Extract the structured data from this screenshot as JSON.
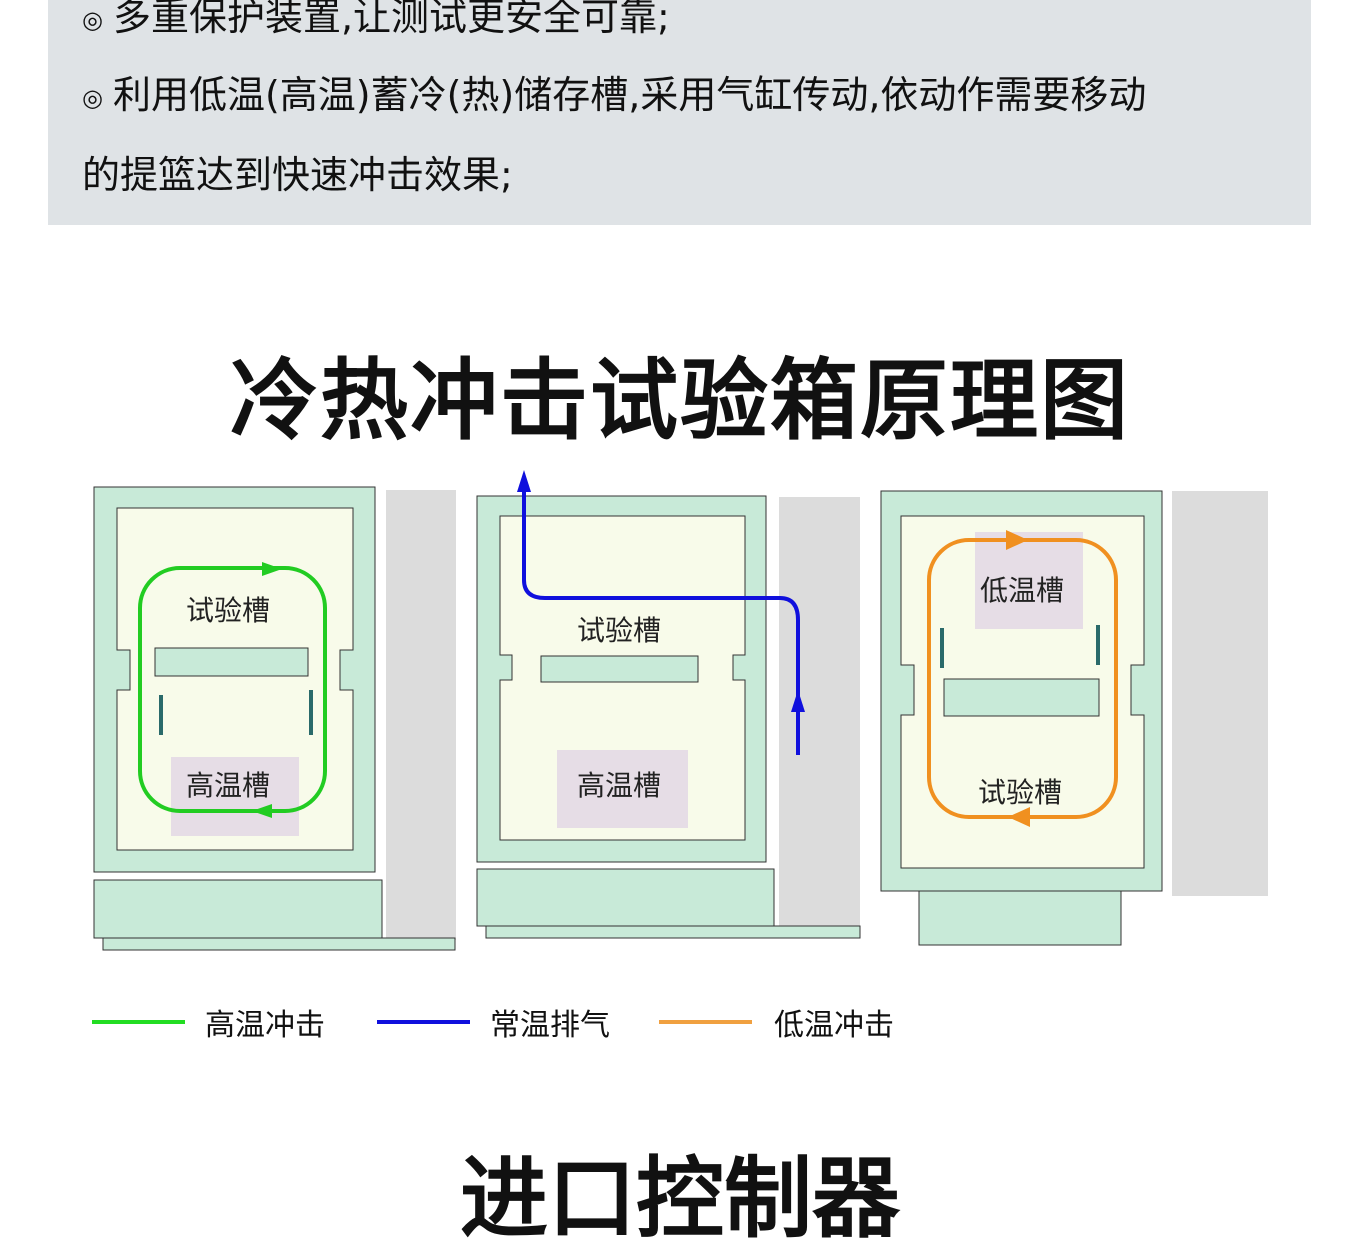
{
  "intro": {
    "lines": [
      "多重保护装置,让测试更安全可靠;",
      "利用低温(高温)蓄冷(热)储存槽,采用气缸传动,依动作需要移动",
      "的提篮达到快速冲击效果;"
    ],
    "bullet": "◎"
  },
  "section_title": "冷热冲击试验箱原理图",
  "diagrams": [
    {
      "upper_label": "试验槽",
      "lower_label": "高温槽"
    },
    {
      "upper_label": "试验槽",
      "lower_label": "高温槽"
    },
    {
      "upper_label": "低温槽",
      "lower_label": "试验槽"
    }
  ],
  "legend": [
    {
      "label": "高温冲击",
      "color": "#22dd22"
    },
    {
      "label": "常温排气",
      "color": "#1010dd"
    },
    {
      "label": "低温冲击",
      "color": "#f0a040"
    }
  ],
  "next_title": "进口控制器",
  "colors": {
    "frame": "#c8ead8",
    "inner": "#f8fbea",
    "tag": "#e6dde6",
    "panel": "#dcdcdc"
  }
}
